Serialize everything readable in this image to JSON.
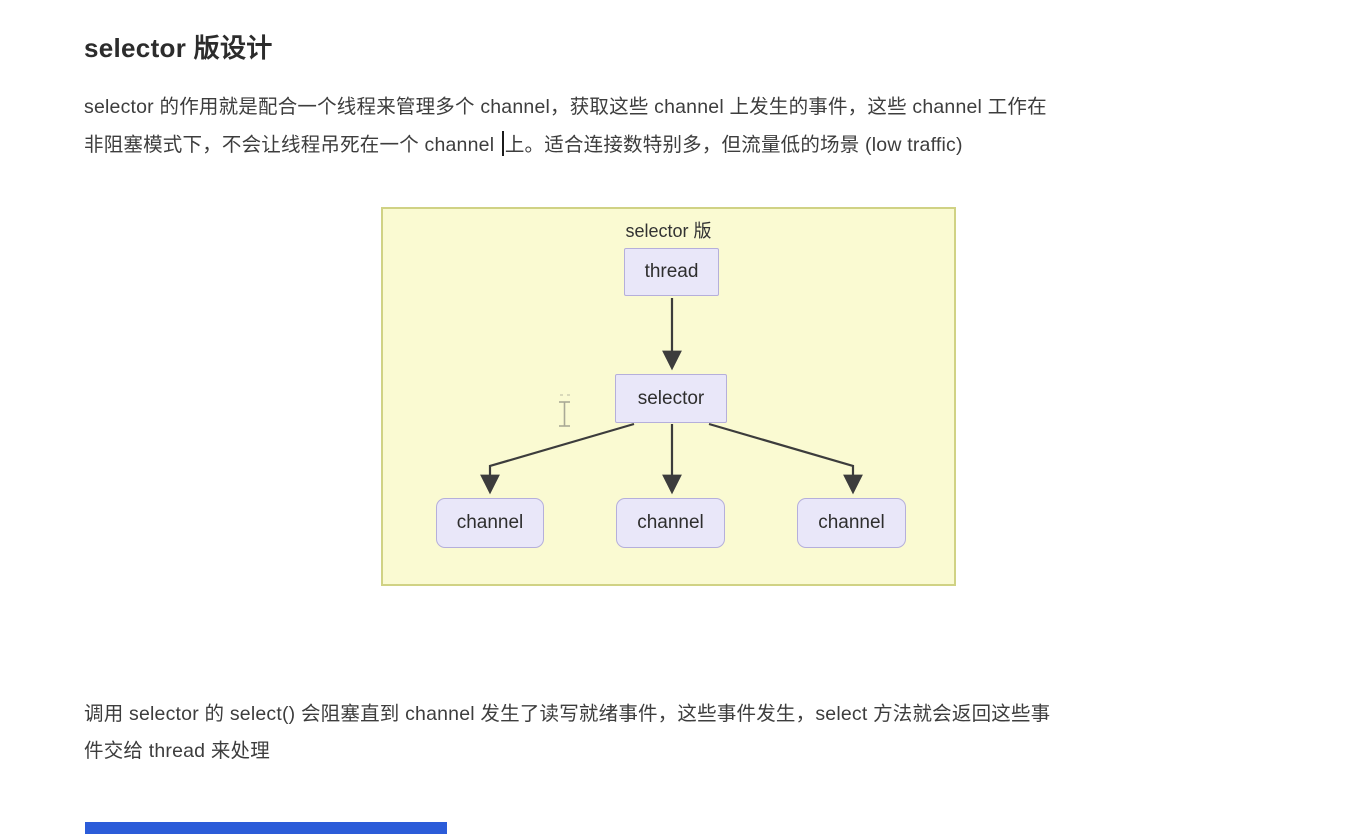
{
  "page": {
    "title": "selector 版设计"
  },
  "intro": {
    "line1": "selector 的作用就是配合一个线程来管理多个 channel，获取这些 channel 上发生的事件，这些 channel 工作在",
    "line2_before_caret": "非阻塞模式下，不会让线程吊死在一个 channel ",
    "line2_after_caret": "上。适合连接数特别多，但流量低的场景 (low traffic)"
  },
  "diagram": {
    "title": "selector 版",
    "nodes": {
      "thread": "thread",
      "selector": "selector"
    },
    "channels": [
      "channel",
      "channel",
      "channel"
    ],
    "colors": {
      "background": "#fafad2",
      "border": "#d0d284",
      "node_fill": "#e9e7f9",
      "node_border": "#b5afdb",
      "arrow": "#3c3c3c"
    }
  },
  "outro": {
    "line1": "调用 selector 的 select() 会阻塞直到 channel 发生了读写就绪事件，这些事件发生，select 方法就会返回这些事",
    "line2": "件交给 thread 来处理"
  },
  "player": {
    "progress_bar_color": "#2b5cd9"
  }
}
